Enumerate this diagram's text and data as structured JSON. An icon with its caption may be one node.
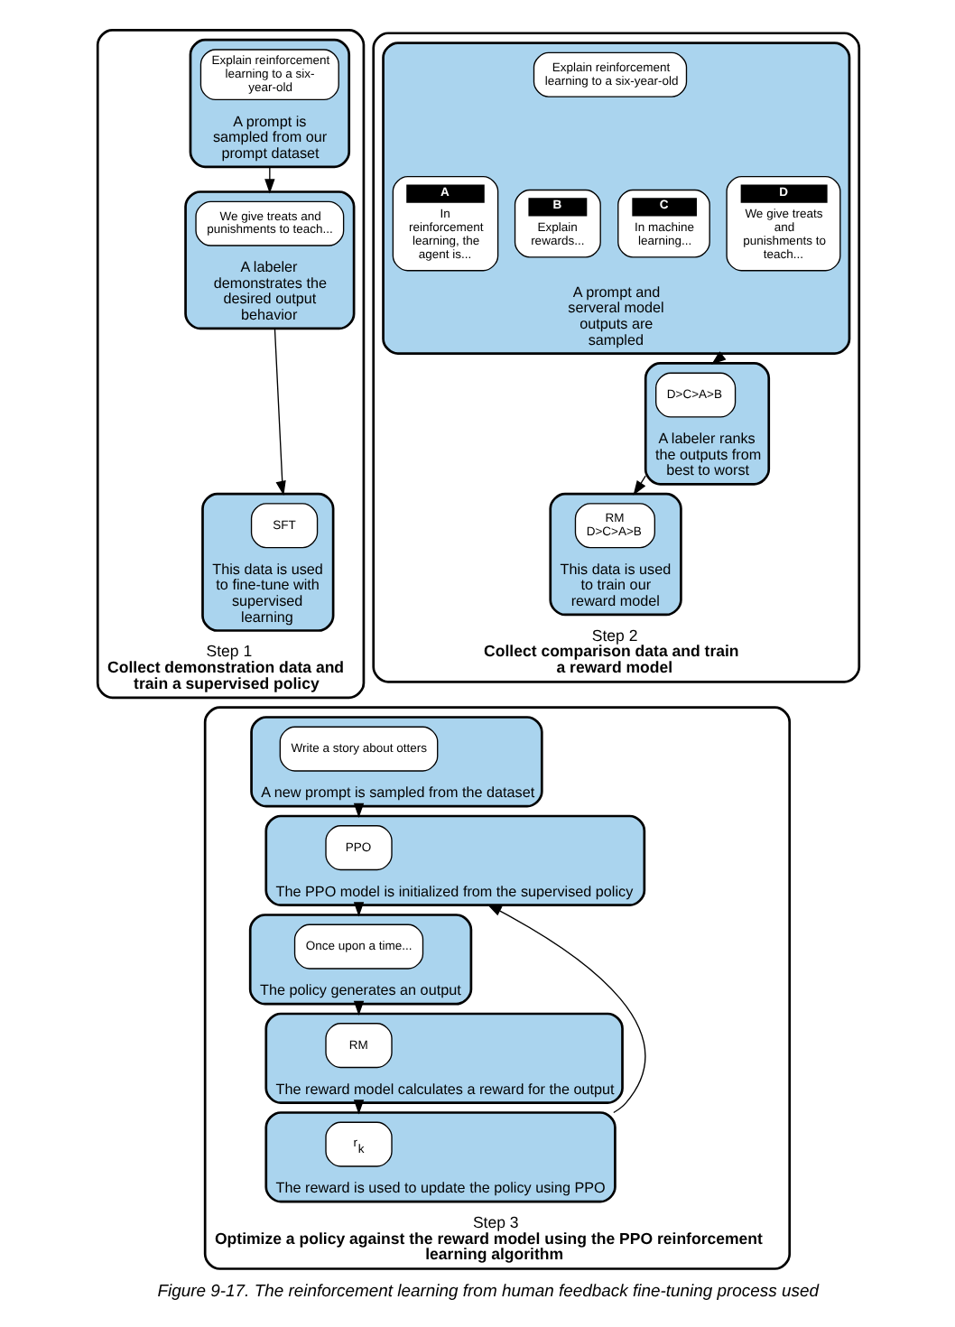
{
  "diagram": {
    "caption": "Figure 9-17. The reinforcement learning from human feedback fine-tuning process used",
    "nodes": [
      {
        "text": [
          "Step 1",
          "Collect demonstration data and train a supervised policy"
        ]
      },
      {
        "text": [
          "A prompt is sampled from our prompt dataset"
        ],
        "in": 0
      },
      {
        "text": [
          "Explain reinforcement learning to a six- year-old"
        ],
        "in": 1
      },
      {
        "text": [
          "A labeler demonstrates the desired output behavior"
        ],
        "in": 0
      },
      {
        "text": [
          "We give treats and punishments to teach..."
        ],
        "in": 3
      },
      {
        "text": [
          "This data is used to fine-tune with supervised learning"
        ],
        "in": 0
      },
      {
        "text": [
          "SFT"
        ],
        "in": 5
      },
      {
        "text": [
          "Step 2",
          "Collect comparison data and train a reward model"
        ]
      },
      {
        "text": [
          "A prompt and serveral model outputs are sampled"
        ],
        "in": 7
      },
      {
        "text": [
          "Explain reinforcement learning to a six-year-old"
        ],
        "in": 8
      },
      {
        "text": [
          "A",
          "In reinforcement learning, the agent is..."
        ],
        "in": 8
      },
      {
        "text": [
          "B",
          "Explain rewards..."
        ],
        "in": 8
      },
      {
        "text": [
          "C",
          "In machine learning..."
        ],
        "in": 8
      },
      {
        "text": [
          "D",
          "We give treats and punishments to teach..."
        ],
        "in": 8
      },
      {
        "text": [
          "A labeler ranks the outputs from best to worst"
        ],
        "in": 7
      },
      {
        "text": [
          "D>C>A>B"
        ],
        "in": 14
      },
      {
        "text": [
          "This data is used to train our reward model"
        ],
        "in": 7
      },
      {
        "text": [
          "RM",
          "D>C>A>B"
        ],
        "in": 16
      },
      {
        "text": [
          "Step 3",
          "Optimize a policy against the reward model using the PPO reinforcement learning algorithm"
        ]
      },
      {
        "text": [
          "A new prompt is sampled from the dataset"
        ],
        "in": 18
      },
      {
        "text": [
          "Write a story about otters"
        ],
        "in": 19
      },
      {
        "text": [
          "The PPO model is initialized from the supervised policy"
        ],
        "in": 18
      },
      {
        "text": [
          "PPO"
        ],
        "in": 21
      },
      {
        "text": [
          "The policy generates an output"
        ],
        "in": 18
      },
      {
        "text": [
          "Once upon a time..."
        ],
        "in": 23
      },
      {
        "text": [
          "The reward model calculates a reward for the output"
        ],
        "in": 18
      },
      {
        "text": [
          "RM"
        ],
        "in": 25
      },
      {
        "text": [
          "The reward is used to update the policy using PPO"
        ],
        "in": 18
      },
      {
        "text": [
          "r$_{k}$"
        ],
        "in": 27
      }
    ],
    "edges": [
      {
        "from": 1,
        "to": 3,
        "arrow": "to"
      },
      {
        "from": 3,
        "to": 5,
        "arrow": "to"
      },
      {
        "from": 8,
        "to": 14,
        "arrow": "to"
      },
      {
        "from": 14,
        "to": 16,
        "arrow": "to"
      },
      {
        "from": 19,
        "to": 21,
        "arrow": "to"
      },
      {
        "from": 21,
        "to": 23,
        "arrow": "to"
      },
      {
        "from": 23,
        "to": 25,
        "arrow": "to"
      },
      {
        "from": 25,
        "to": 27,
        "arrow": "to"
      },
      {
        "from": 27,
        "to": 21,
        "arrow": "to"
      }
    ]
  }
}
